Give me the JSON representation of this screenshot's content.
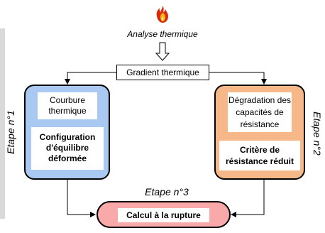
{
  "top": {
    "icon": "flame-icon",
    "title": "Analyse thermique"
  },
  "gradient": {
    "label": "Gradient thermique"
  },
  "stage1": {
    "title": "Courbure thermique",
    "result": "Configuration d'équilibre déformée",
    "step": "Etape n°1",
    "color": "#a9c8f2"
  },
  "stage2": {
    "title": "Dégradation des capacités de résistance",
    "result": "Critère de résistance réduit",
    "step": "Etape n°2",
    "color": "#f6b888"
  },
  "stage3": {
    "step": "Etape n°3",
    "label": "Calcul à la rupture",
    "color": "#f9a9a9"
  }
}
